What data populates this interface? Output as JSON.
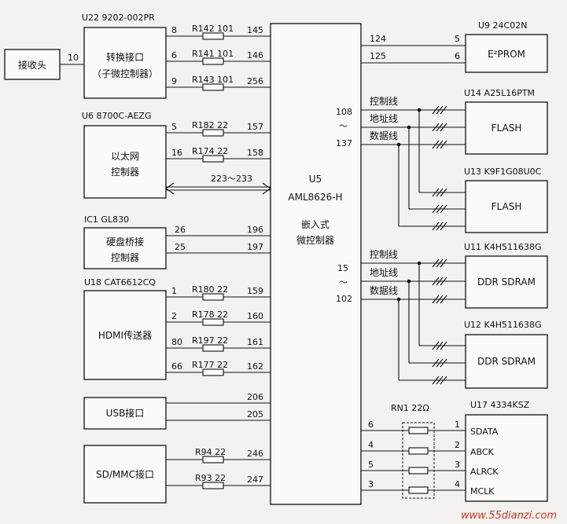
{
  "diagram": {
    "receiver": {
      "label": "接收头",
      "pin": "10"
    },
    "u22": {
      "ref": "U22 9202-002PR",
      "line1": "转换接口",
      "line2": "（子微控制器）",
      "pins": [
        "8",
        "6",
        "9"
      ],
      "res": [
        "R142 101",
        "R141 101",
        "R143 101"
      ],
      "mcu_pins": [
        "145",
        "146",
        "256"
      ]
    },
    "u6": {
      "ref": "U6 8700C-AEZG",
      "line1": "以太网",
      "line2": "控制器",
      "pins": [
        "5",
        "16"
      ],
      "res": [
        "R182 22",
        "R174 22"
      ],
      "mcu_pins": [
        "157",
        "158"
      ],
      "bus": "223～233"
    },
    "ic1": {
      "ref": "IC1 GL830",
      "line1": "硬盘桥接",
      "line2": "控制器",
      "pins": [
        "26",
        "25"
      ],
      "mcu_pins": [
        "196",
        "197"
      ]
    },
    "u18": {
      "ref": "U18 CAT6612CQ",
      "line1": "HDMI传送器",
      "pins": [
        "1",
        "2",
        "80",
        "66"
      ],
      "res": [
        "R180 22",
        "R178 22",
        "R197 22",
        "R177 22"
      ],
      "mcu_pins": [
        "159",
        "160",
        "161",
        "162"
      ]
    },
    "usb": {
      "line1": "USB接口",
      "mcu_pins": [
        "206",
        "205"
      ]
    },
    "sd": {
      "line1": "SD/MMC接口",
      "res": [
        "R94 22",
        "R93 22"
      ],
      "mcu_pins": [
        "246",
        "247"
      ]
    },
    "u5": {
      "ref": "U5",
      "part": "AML8626-H",
      "line1": "嵌入式",
      "line2": "微控制器"
    },
    "u9": {
      "ref": "U9 24C02N",
      "name": "E²PROM",
      "mcu_pins": [
        "124",
        "125"
      ],
      "pins": [
        "5",
        "6"
      ]
    },
    "flash_bus": {
      "range_top": "108",
      "tilde": "～",
      "range_bot": "137",
      "ctrl": "控制线",
      "addr": "地址线",
      "data": "数据线"
    },
    "u14": {
      "ref": "U14 A25L16PTM",
      "name": "FLASH"
    },
    "u13": {
      "ref": "U13 K9F1G08U0C",
      "name": "FLASH"
    },
    "ddr_bus": {
      "range_top": "15",
      "tilde": "～",
      "range_bot": "102",
      "ctrl": "控制线",
      "addr": "地址线",
      "data": "数据线"
    },
    "u11": {
      "ref": "U11 K4H511638G",
      "name": "DDR SDRAM"
    },
    "u12": {
      "ref": "U12 K4H511638G",
      "name": "DDR SDRAM"
    },
    "rn1": {
      "label": "RN1 22Ω"
    },
    "u17": {
      "ref": "U17 4334KSZ",
      "left_pins": [
        "6",
        "4",
        "5",
        "3"
      ],
      "right_pins": [
        "1",
        "2",
        "3",
        "4"
      ],
      "signals": [
        "SDATA",
        "ABCK",
        "ALRCK",
        "MCLK"
      ]
    },
    "watermark": "www.55dianzi.com"
  }
}
